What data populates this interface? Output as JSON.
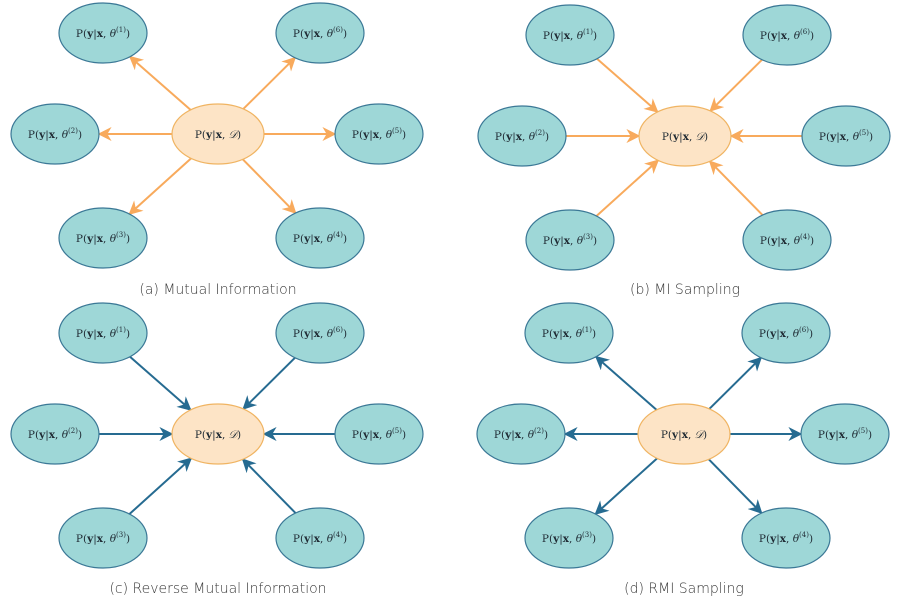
{
  "figure": {
    "colors": {
      "leaf_fill": "#9ed7d7",
      "leaf_stroke": "#3b7896",
      "center_fill": "#fde4c6",
      "center_stroke": "#f0b462",
      "arrow_orange": "#f8aa5c",
      "arrow_blue": "#266b91",
      "caption_text": "#3a3a3a"
    },
    "center_label": {
      "prefix": "P(",
      "y": "y",
      "bar": "|",
      "x": "x",
      "sep": ", ",
      "d": "𝒟",
      "suffix": ")"
    },
    "leaf_label": {
      "prefix": "P(",
      "y": "y",
      "bar": "|",
      "x": "x",
      "sep": ", ",
      "theta": "θ",
      "suffix": ")"
    },
    "leaves": [
      {
        "id": 1,
        "sup": "(1)",
        "position": "top-left"
      },
      {
        "id": 2,
        "sup": "(2)",
        "position": "left"
      },
      {
        "id": 3,
        "sup": "(3)",
        "position": "bottom-left"
      },
      {
        "id": 4,
        "sup": "(4)",
        "position": "bottom-right"
      },
      {
        "id": 5,
        "sup": "(5)",
        "position": "right"
      },
      {
        "id": 6,
        "sup": "(6)",
        "position": "top-right"
      }
    ],
    "panels": [
      {
        "key": "a",
        "caption": "(a) Mutual Information",
        "direction": "outward",
        "arrow_color": "orange"
      },
      {
        "key": "b",
        "caption": "(b) MI Sampling",
        "direction": "inward",
        "arrow_color": "orange"
      },
      {
        "key": "c",
        "caption": "(c) Reverse Mutual Information",
        "direction": "inward",
        "arrow_color": "blue"
      },
      {
        "key": "d",
        "caption": "(d) RMI Sampling",
        "direction": "outward",
        "arrow_color": "blue"
      }
    ]
  }
}
